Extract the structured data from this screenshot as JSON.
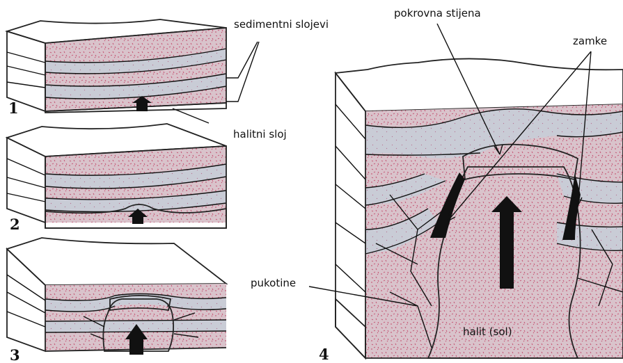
{
  "labels": {
    "sediment_layers": "sedimentni slojevi",
    "halite_layer": "halitni sloj",
    "cap_rock": "pokrovna stijena",
    "traps": "zamke",
    "fractures": "pukotine",
    "halite_salt": "halit (sol)"
  },
  "stages": [
    "1",
    "2",
    "3",
    "4"
  ],
  "colors": {
    "surface": "#c7bd86",
    "layer_gray": "#c9ccd6",
    "layer_pink": "#dcc4cc",
    "speckle": "#c2486a",
    "caprock": "#ece7cb",
    "trap": "#111111",
    "arrow": "#111111",
    "halite": "#ffffff"
  }
}
